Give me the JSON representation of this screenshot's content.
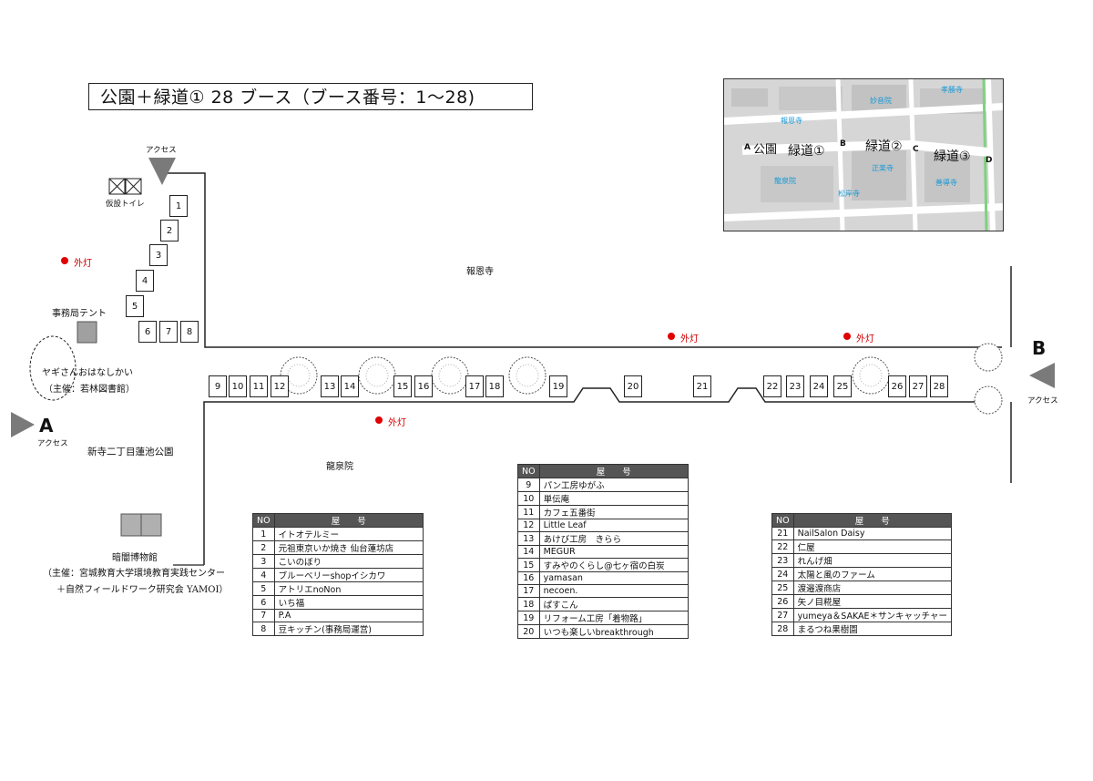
{
  "title": "公園＋緑道① 28 ブース（ブース番号：1〜28)",
  "labels": {
    "access": "アクセス",
    "toilet": "仮設トイレ",
    "streetlight": "外灯",
    "office_tent": "事務局テント",
    "goat_event": "ヤギさんおはなしかい",
    "goat_host": "（主催：若林図書館）",
    "temple_north": "報恩寺",
    "temple_south": "龍泉院",
    "park": "新寺二丁目蓮池公園",
    "museum": "暗闇博物館",
    "museum_host1": "（主催：宮城教育大学環境教育実践センター",
    "museum_host2": "＋自然フィールドワーク研究会 YAMOI）",
    "point_a": "A",
    "point_b": "B"
  },
  "inset_map": {
    "points": [
      "A",
      "B",
      "C",
      "D"
    ],
    "areas": [
      "公園",
      "緑道①",
      "緑道②",
      "緑道③"
    ],
    "temples": [
      "報恩寺",
      "妙音院",
      "孝勝寺",
      "龍泉院",
      "正楽寺",
      "松岸寺",
      "善導寺"
    ]
  },
  "booths": [
    "1",
    "2",
    "3",
    "4",
    "5",
    "6",
    "7",
    "8",
    "9",
    "10",
    "11",
    "12",
    "13",
    "14",
    "15",
    "16",
    "17",
    "18",
    "19",
    "20",
    "21",
    "22",
    "23",
    "24",
    "25",
    "26",
    "27",
    "28"
  ],
  "tables": [
    {
      "header_no": "NO",
      "header_name": "屋　　号",
      "rows": [
        {
          "no": "1",
          "name": "イトオテルミー"
        },
        {
          "no": "2",
          "name": "元祖東京いか焼き 仙台蓮坊店"
        },
        {
          "no": "3",
          "name": "こいのぼり"
        },
        {
          "no": "4",
          "name": "ブルーベリーshopイシカワ"
        },
        {
          "no": "5",
          "name": "アトリエnoNon"
        },
        {
          "no": "6",
          "name": "いち福"
        },
        {
          "no": "7",
          "name": "P.A"
        },
        {
          "no": "8",
          "name": "豆キッチン(事務局運営)"
        }
      ]
    },
    {
      "header_no": "NO",
      "header_name": "屋　　号",
      "rows": [
        {
          "no": "9",
          "name": "パン工房ゆがふ"
        },
        {
          "no": "10",
          "name": "単伝庵"
        },
        {
          "no": "11",
          "name": "カフェ五番街"
        },
        {
          "no": "12",
          "name": "Little Leaf"
        },
        {
          "no": "13",
          "name": "あけび工房　きらら"
        },
        {
          "no": "14",
          "name": "MEGUR"
        },
        {
          "no": "15",
          "name": "すみやのくらし@七ヶ宿の白炭"
        },
        {
          "no": "16",
          "name": "yamasan"
        },
        {
          "no": "17",
          "name": "necoen."
        },
        {
          "no": "18",
          "name": "ぱすこん"
        },
        {
          "no": "19",
          "name": "リフォーム工房「着物路」"
        },
        {
          "no": "20",
          "name": "いつも楽しいbreakthrough"
        }
      ]
    },
    {
      "header_no": "NO",
      "header_name": "屋　　号",
      "rows": [
        {
          "no": "21",
          "name": "NailSalon Daisy"
        },
        {
          "no": "22",
          "name": "仁屋"
        },
        {
          "no": "23",
          "name": "れんげ畑"
        },
        {
          "no": "24",
          "name": "太陽と風のファーム"
        },
        {
          "no": "25",
          "name": "渡邉渡商店"
        },
        {
          "no": "26",
          "name": "矢ノ目糀屋"
        },
        {
          "no": "27",
          "name": "yumeya＆SAKAE＊サンキャッチャー"
        },
        {
          "no": "28",
          "name": "まるつね果樹園"
        }
      ]
    }
  ],
  "colors": {
    "streetlight": "#e00000",
    "table_header": "#555555",
    "inset_road": "#ffffff",
    "inset_block": "#c8c8c8",
    "inset_label": "#1a9ad6",
    "marker": "#7a7a7a"
  }
}
